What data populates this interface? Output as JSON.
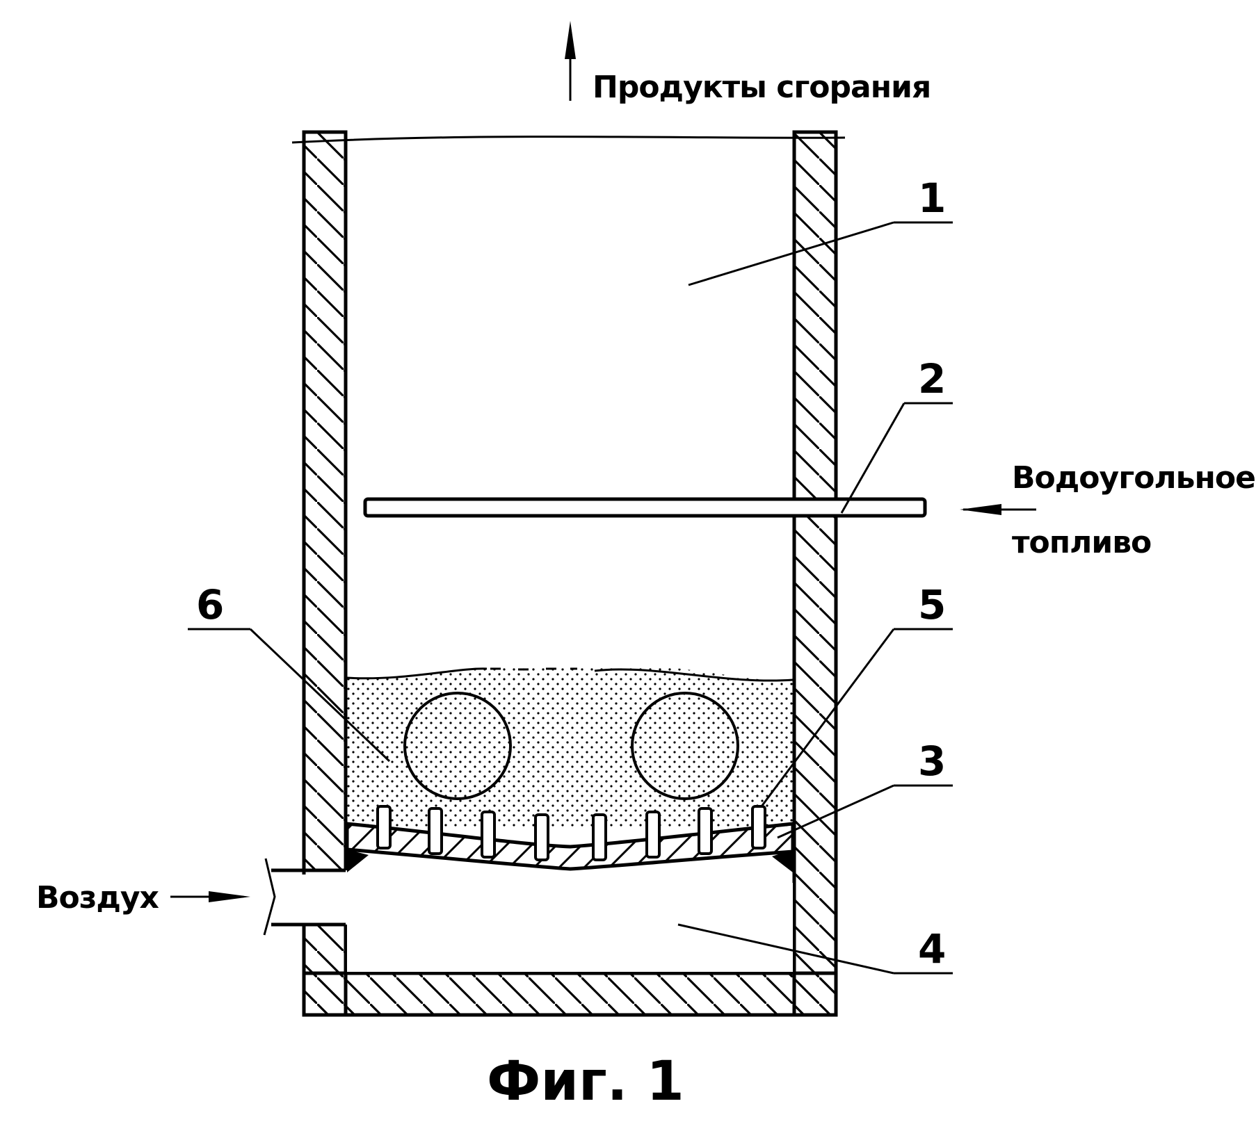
{
  "labels": {
    "combustion_products": "Продукты сгорания",
    "water_coal_fuel_line1": "Водоугольное",
    "water_coal_fuel_line2": "топливо",
    "air": "Воздух"
  },
  "callouts": [
    "1",
    "2",
    "3",
    "4",
    "5",
    "6"
  ],
  "caption": "Фиг. 1",
  "colors": {
    "line": "#000000",
    "background": "#ffffff"
  }
}
